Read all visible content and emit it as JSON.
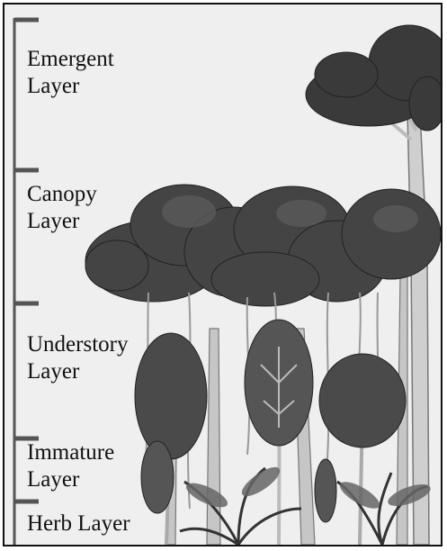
{
  "layers": [
    {
      "line1": "Emergent",
      "line2": "Layer"
    },
    {
      "line1": "Canopy",
      "line2": "Layer"
    },
    {
      "line1": "Understory",
      "line2": "Layer"
    },
    {
      "line1": "Immature",
      "line2": "Layer"
    },
    {
      "line1": "Herb Layer",
      "line2": ""
    }
  ],
  "colors": {
    "foliage_dark": "#3a3a3a",
    "foliage_mid": "#555555",
    "trunk": "#c9c9c9",
    "background": "#efefef"
  }
}
